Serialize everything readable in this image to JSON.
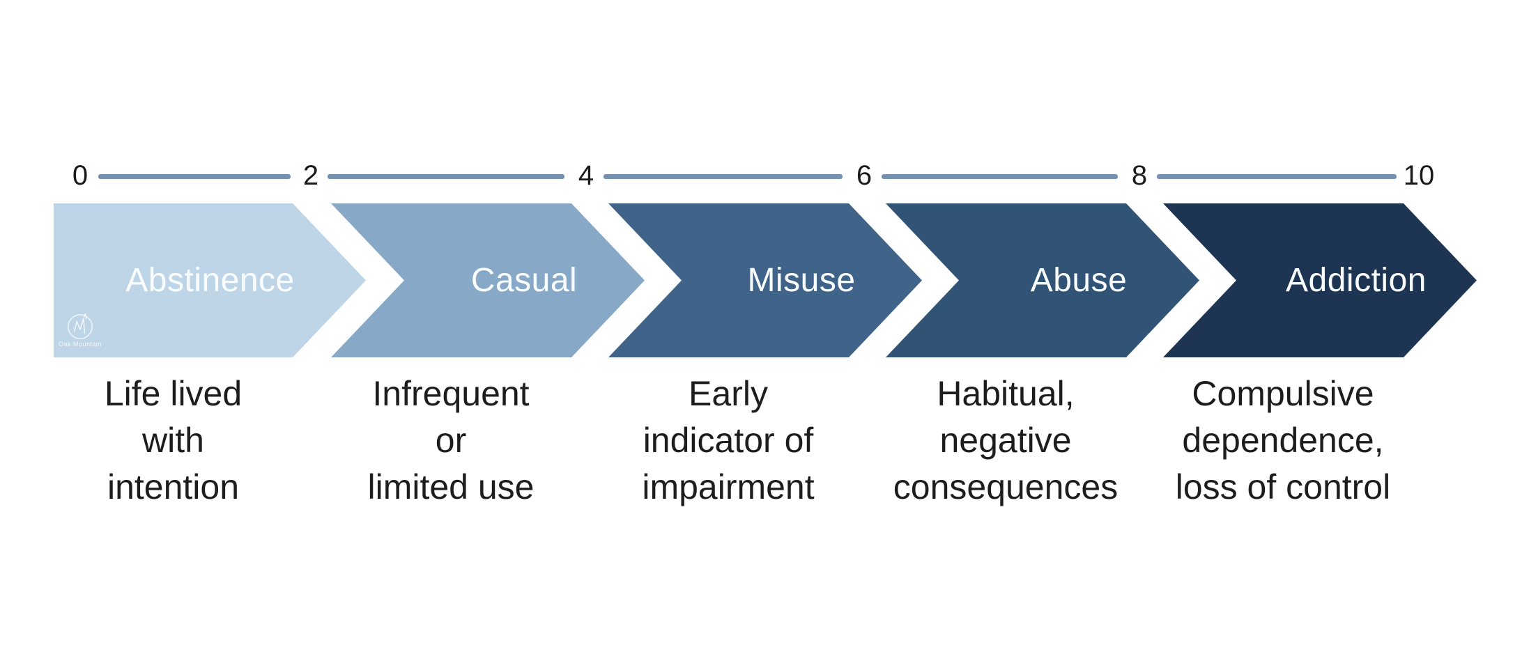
{
  "scale": {
    "ticks": [
      "0",
      "2",
      "4",
      "6",
      "8",
      "10"
    ]
  },
  "stages": [
    {
      "label": "Abstinence",
      "range": [
        0,
        2
      ],
      "color": "#bdd5e7",
      "description_lines": [
        "Life lived",
        "with",
        "intention"
      ]
    },
    {
      "label": "Casual",
      "range": [
        2,
        4
      ],
      "color": "#87a9c7",
      "description_lines": [
        "Infrequent",
        "or",
        "limited use"
      ]
    },
    {
      "label": "Misuse",
      "range": [
        4,
        6
      ],
      "color": "#406489",
      "description_lines": [
        "Early",
        "indicator of",
        "impairment"
      ]
    },
    {
      "label": "Abuse",
      "range": [
        6,
        8
      ],
      "color": "#305376",
      "description_lines": [
        "Habitual,",
        "negative",
        "consequences"
      ]
    },
    {
      "label": "Addiction",
      "range": [
        8,
        10
      ],
      "color": "#1d3552",
      "description_lines": [
        "Compulsive",
        "dependence,",
        "loss of control"
      ]
    }
  ],
  "logo": {
    "text": "Oak Mountain"
  },
  "colors": {
    "scale_line": "#7491b2",
    "tick_text": "#1a1a1a",
    "description_text": "#1d1d1d",
    "stage_label_text": "#fafdff",
    "background": "#ffffff"
  }
}
